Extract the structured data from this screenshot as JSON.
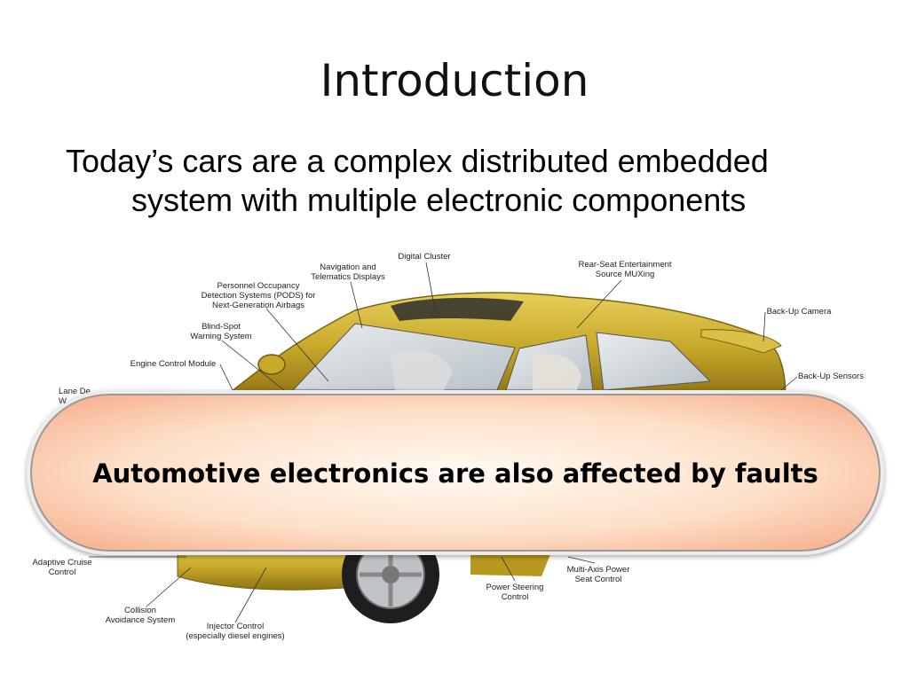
{
  "slide": {
    "title": "Introduction",
    "subtitle_line1": "Today’s cars are a complex distributed embedded",
    "subtitle_line2": "system with multiple electronic components",
    "banner_text": "Automotive electronics are also affected by faults"
  },
  "figure": {
    "callouts": {
      "digital_cluster": "Digital Cluster",
      "nav_line1": "Navigation and",
      "nav_line2": "Telematics Displays",
      "pods_line1": "Personnel Occupancy",
      "pods_line2": "Detection Systems (PODS) for",
      "pods_line3": "Next-Generation Airbags",
      "blind_line1": "Blind-Spot",
      "blind_line2": "Warning System",
      "engine_control": "Engine Control Module",
      "lane_partial": "Lane De",
      "lane_partial2": "W",
      "rear_seat_line1": "Rear-Seat Entertainment",
      "rear_seat_line2": "Source MUXing",
      "backup_camera": "Back-Up Camera",
      "backup_sensors": "Back-Up Sensors",
      "adaptive_line1": "Adaptive Cruise",
      "adaptive_line2": "Control",
      "collision_line1": "Collision",
      "collision_line2": "Avoidance System",
      "injector_line1": "Injector Control",
      "injector_line2": "(especially diesel engines)",
      "power_steering_line1": "Power Steering",
      "power_steering_line2": "Control",
      "seat_line1": "Multi-Axis Power",
      "seat_line2": "Seat Control"
    },
    "colors": {
      "car_body": "#c9a92a",
      "banner_edge": "#f6a885"
    }
  }
}
